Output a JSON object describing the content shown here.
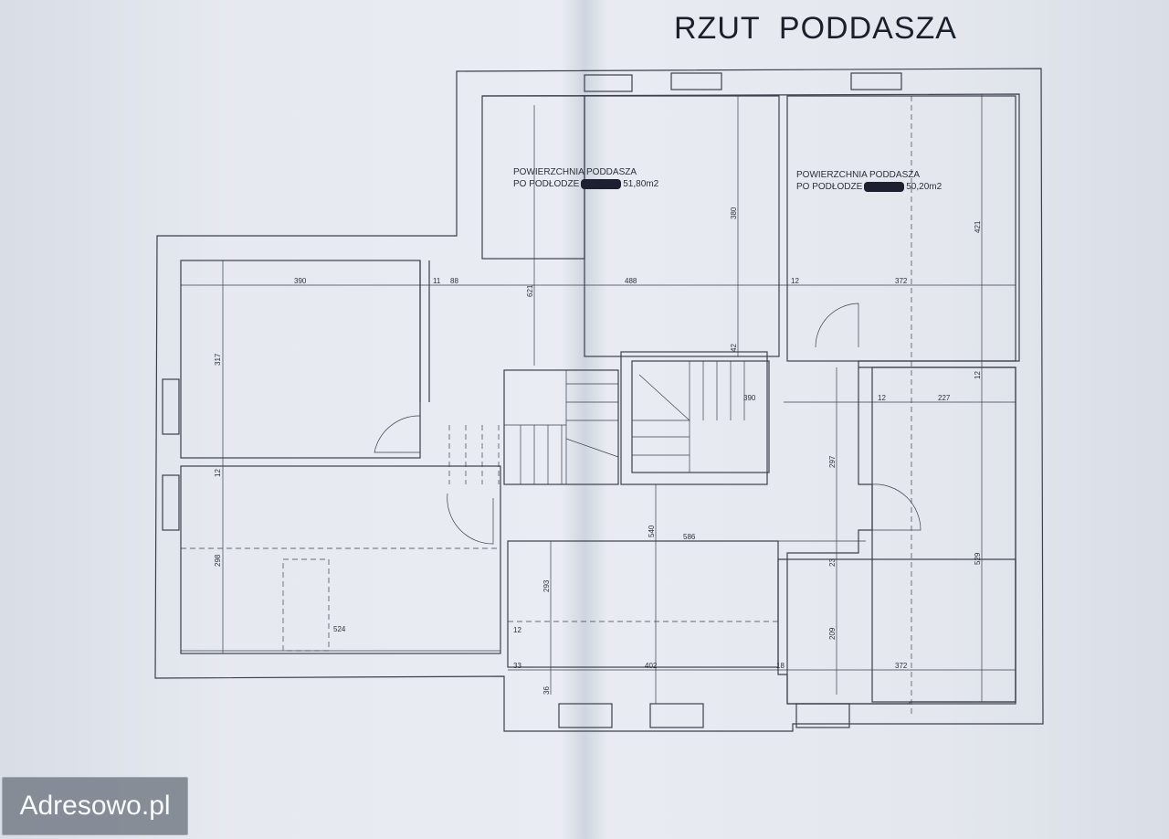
{
  "title": "RZUT  PODDASZA",
  "watermark": "Adresowo.pl",
  "areas": [
    {
      "line1": "POWIERZCHNIA PODDASZA",
      "line2_prefix": "PO PODŁODZE",
      "value": "51,80m2"
    },
    {
      "line1": "POWIERZCHNIA PODDASZA",
      "line2_prefix": "PO PODŁODZE",
      "value": "50,20m2"
    }
  ],
  "dimensions": {
    "d390a": "390",
    "d11": "11",
    "d88": "88",
    "d488": "488",
    "d12a": "12",
    "d372a": "372",
    "d317": "317",
    "d621": "621",
    "d380": "380",
    "d421": "421",
    "d42": "42",
    "d12b": "12",
    "d390b": "390",
    "d12c": "12",
    "d227": "227",
    "d297": "297",
    "d540": "540",
    "d586": "586",
    "d12d": "12",
    "d298": "298",
    "d293": "293",
    "d23": "23",
    "d529": "529",
    "d524": "524",
    "d12e": "12",
    "d209": "209",
    "d33": "33",
    "d402": "402",
    "d18": "18",
    "d372b": "372",
    "d36": "36"
  }
}
